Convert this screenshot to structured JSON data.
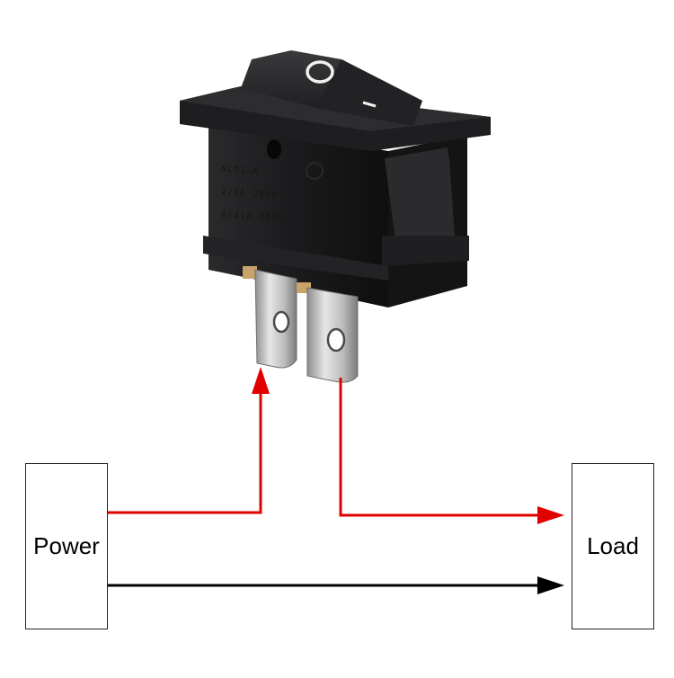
{
  "diagram": {
    "power_label": "Power",
    "load_label": "Load",
    "switch": {
      "rocker_off_symbol": "O",
      "rocker_on_symbol": "I",
      "marking_line_1": "KCD1-A",
      "marking_line_2": "2/6A  250V",
      "marking_line_3": "6(4)A 250V~"
    },
    "colors": {
      "live_wire": "#e00000",
      "neutral_wire": "#000000",
      "switch_body": "#1c1c1e",
      "terminal": "#c9c9c9"
    }
  }
}
